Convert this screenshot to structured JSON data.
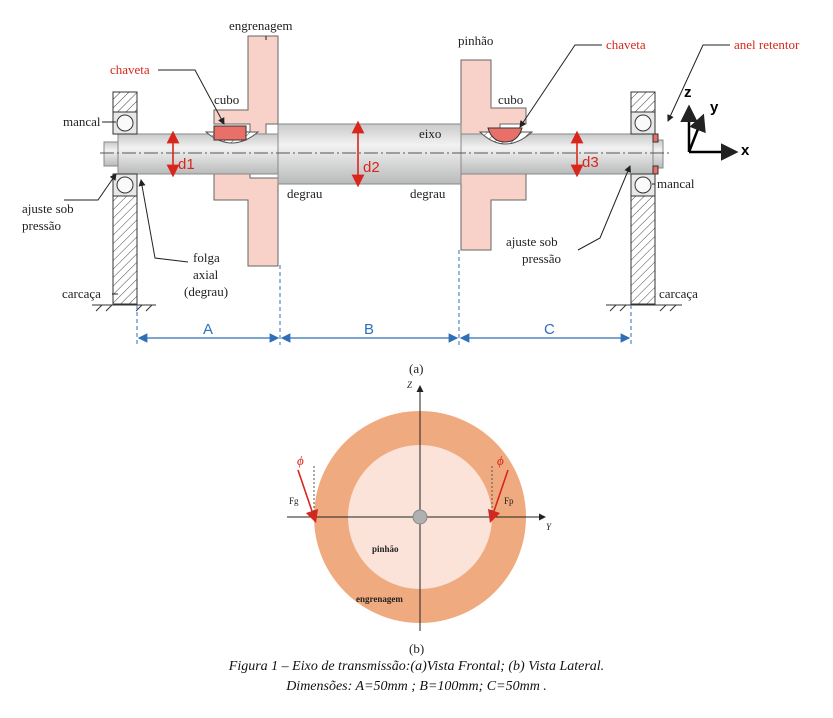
{
  "front_view": {
    "labels": {
      "engrenagem": "engrenagem",
      "pinhao": "pinhão",
      "chaveta_left": "chaveta",
      "chaveta_right": "chaveta",
      "anel_retentor": "anel retentor",
      "cubo_left": "cubo",
      "cubo_right": "cubo",
      "mancal_left": "mancal",
      "mancal_right": "mancal",
      "eixo": "eixo",
      "degrau_left": "degrau",
      "degrau_right": "degrau",
      "ajuste_left_1": "ajuste sob",
      "ajuste_left_2": "pressão",
      "ajuste_right_1": "ajuste sob",
      "ajuste_right_2": "pressão",
      "folga_1": "folga",
      "folga_2": "axial",
      "folga_3": "(degrau)",
      "carcaca_left": "carcaça",
      "carcaca_right": "carcaça",
      "d1": "d1",
      "d2": "d2",
      "d3": "d3",
      "dim_a": "A",
      "dim_b": "B",
      "dim_c": "C",
      "axis_z": "z",
      "axis_y": "y",
      "axis_x": "x"
    },
    "subcaption": "(a)"
  },
  "side_view": {
    "labels": {
      "z": "Z",
      "y": "Y",
      "fg": "Fg",
      "fp": "Fp",
      "phi_left": "ϕ",
      "phi_right": "ϕ",
      "pinhao": "pinhão",
      "engrenagem": "engrenagem"
    },
    "subcaption": "(b)"
  },
  "caption": {
    "line1": "Figura 1 – Eixo de transmissão:(a)Vista Frontal; (b) Vista Lateral.",
    "line2": "Dimensões: A=50mm ; B=100mm; C=50mm ."
  },
  "colors": {
    "gear_light": "#f8d2c8",
    "gear_outer": "#f0aa7f",
    "pinion_inner": "#fbe3d9",
    "key": "#e87068",
    "shaft": "#d9dadb",
    "red_accent": "#d9261c",
    "dimension_blue": "#2f6fb7"
  }
}
